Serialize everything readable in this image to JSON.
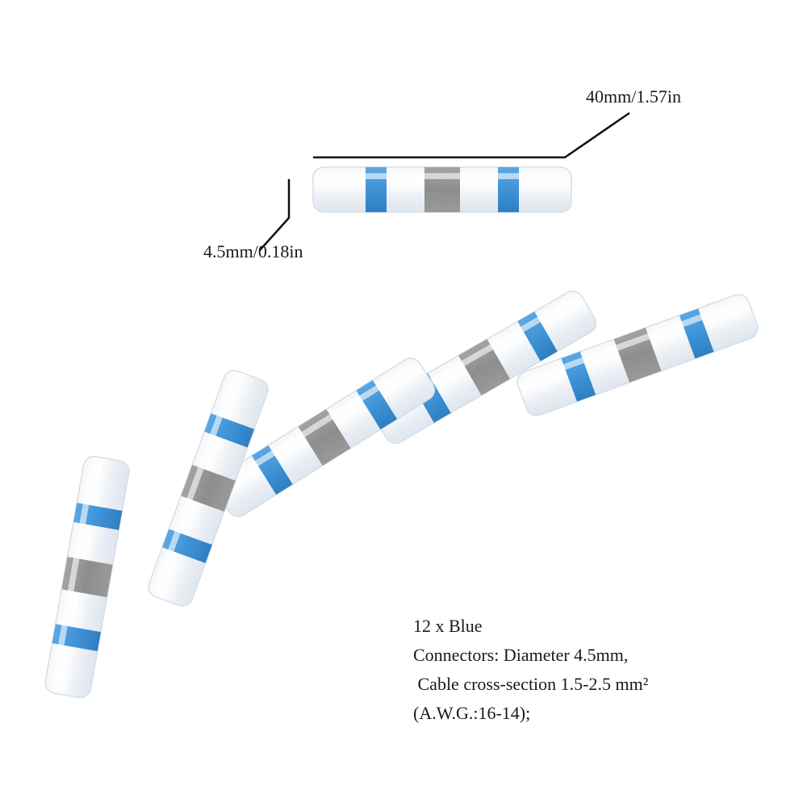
{
  "dimensions": {
    "length_label": "40mm/1.57in",
    "diameter_label": "4.5mm/0.18in"
  },
  "product": {
    "lines": [
      "12 x Blue",
      "Connectors: Diameter 4.5mm,",
      " Cable cross-section 1.5-2.5 mm²",
      "(A.W.G.:16-14);"
    ]
  },
  "colors": {
    "band": "#3f93d6",
    "solder": "#8a8a8a",
    "tube": "#eef3f8"
  }
}
